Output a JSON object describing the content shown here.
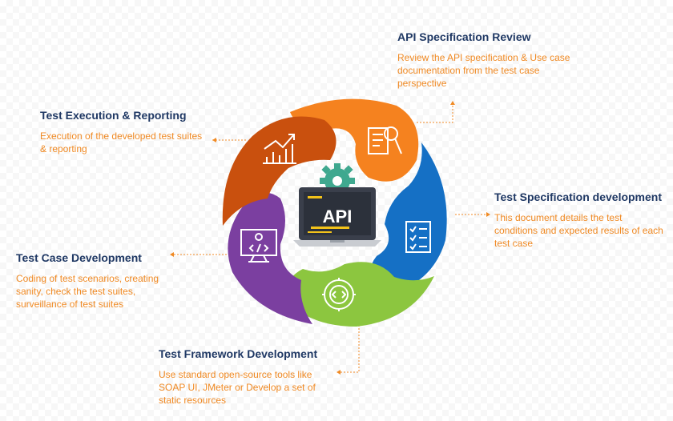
{
  "center": {
    "text": "API"
  },
  "stages": [
    {
      "title": "API Specification Review",
      "desc": "Review  the API specification & Use case documentation  from the test case perspective",
      "color": "#f5821f",
      "icon": "document-search-icon"
    },
    {
      "title": "Test Specification development",
      "desc": "This document details the test conditions and expected results of each test case",
      "color": "#1570c5",
      "icon": "checklist-icon"
    },
    {
      "title": "Test Framework Development",
      "desc": "Use standard open-source tools like SOAP UI, JMeter or Develop a set of static resources",
      "color": "#8cc63f",
      "icon": "code-gear-icon"
    },
    {
      "title": "Test Case Development",
      "desc": "Coding of test scenarios, creating sanity, check the test suites, surveillance of test suites",
      "color": "#7b3fa0",
      "icon": "code-monitor-icon"
    },
    {
      "title": "Test Execution & Reporting",
      "desc": "Execution of the developed test suites & reporting",
      "color": "#c9500e",
      "icon": "growth-chart-icon"
    }
  ]
}
